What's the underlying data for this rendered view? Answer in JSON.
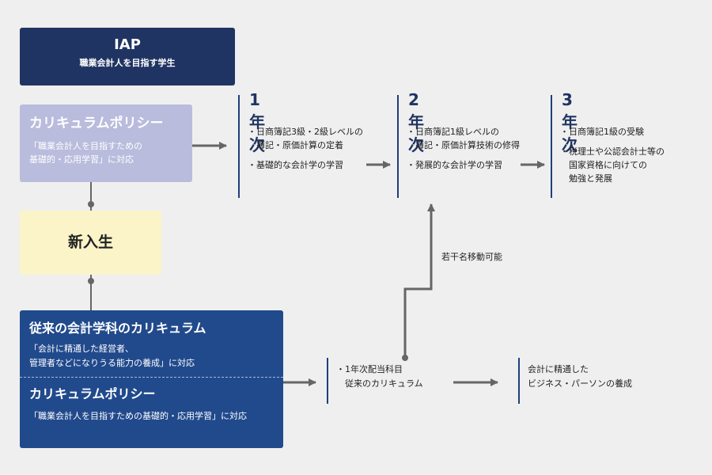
{
  "iap": {
    "title": "IAP",
    "subtitle": "職業会計人を目指す学生"
  },
  "policy": {
    "title": "カリキュラムポリシー",
    "desc_line1": "「職業会計人を目指すための",
    "desc_line2": "基礎的・応用学習」に対応"
  },
  "newstudent": {
    "label": "新入生"
  },
  "legacy": {
    "title": "従来の会計学科のカリキュラム",
    "desc_line1": "「会計に精通した経営者、",
    "desc_line2": "管理者などになりうる能力の養成」に対応",
    "policy_title": "カリキュラムポリシー",
    "policy_desc": "「職業会計人を目指すための基礎的・応用学習」に対応"
  },
  "years": [
    {
      "label": "1年次",
      "items": [
        "・日商簿記3級・2級レベルの",
        "　簿記・原価計算の定着",
        "・基礎的な会計学の学習"
      ]
    },
    {
      "label": "2年次",
      "items": [
        "・日商簿記1級レベルの",
        "　簿記・原価計算技術の修得",
        "・発展的な会計学の学習"
      ]
    },
    {
      "label": "3年次",
      "items": [
        "・日商簿記1級の受験",
        "・税理士や公認会計士等の",
        "　国家資格に向けての",
        "　勉強と発展"
      ]
    }
  ],
  "move_label": "若干名移動可能",
  "legacy_year": {
    "line1": "・1年次配当科目",
    "line2": "　従来のカリキュラム"
  },
  "goal": {
    "line1": "会計に精通した",
    "line2": "ビジネス・パーソンの養成"
  },
  "colors": {
    "navy": "#1f3462",
    "lavender": "#b9bcdc",
    "cream": "#fbf4c8",
    "blue": "#214a8c",
    "arrow": "#666666"
  }
}
